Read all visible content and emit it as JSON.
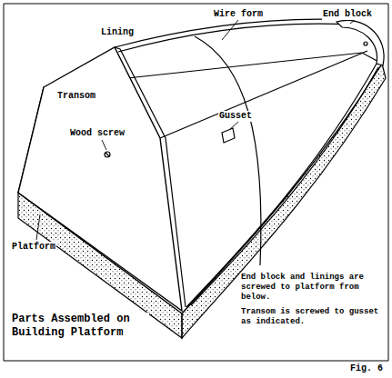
{
  "diagram": {
    "caption": "Parts Assembled on Building Platform",
    "labels": [
      "Transom",
      "Lining",
      "Wire form",
      "End block",
      "Wood screw",
      "Gusset",
      "Platform",
      "End block and linings are screwed to platform from below.",
      "Transom is screwed to gusset as indicated.",
      "Fig. 6"
    ]
  }
}
